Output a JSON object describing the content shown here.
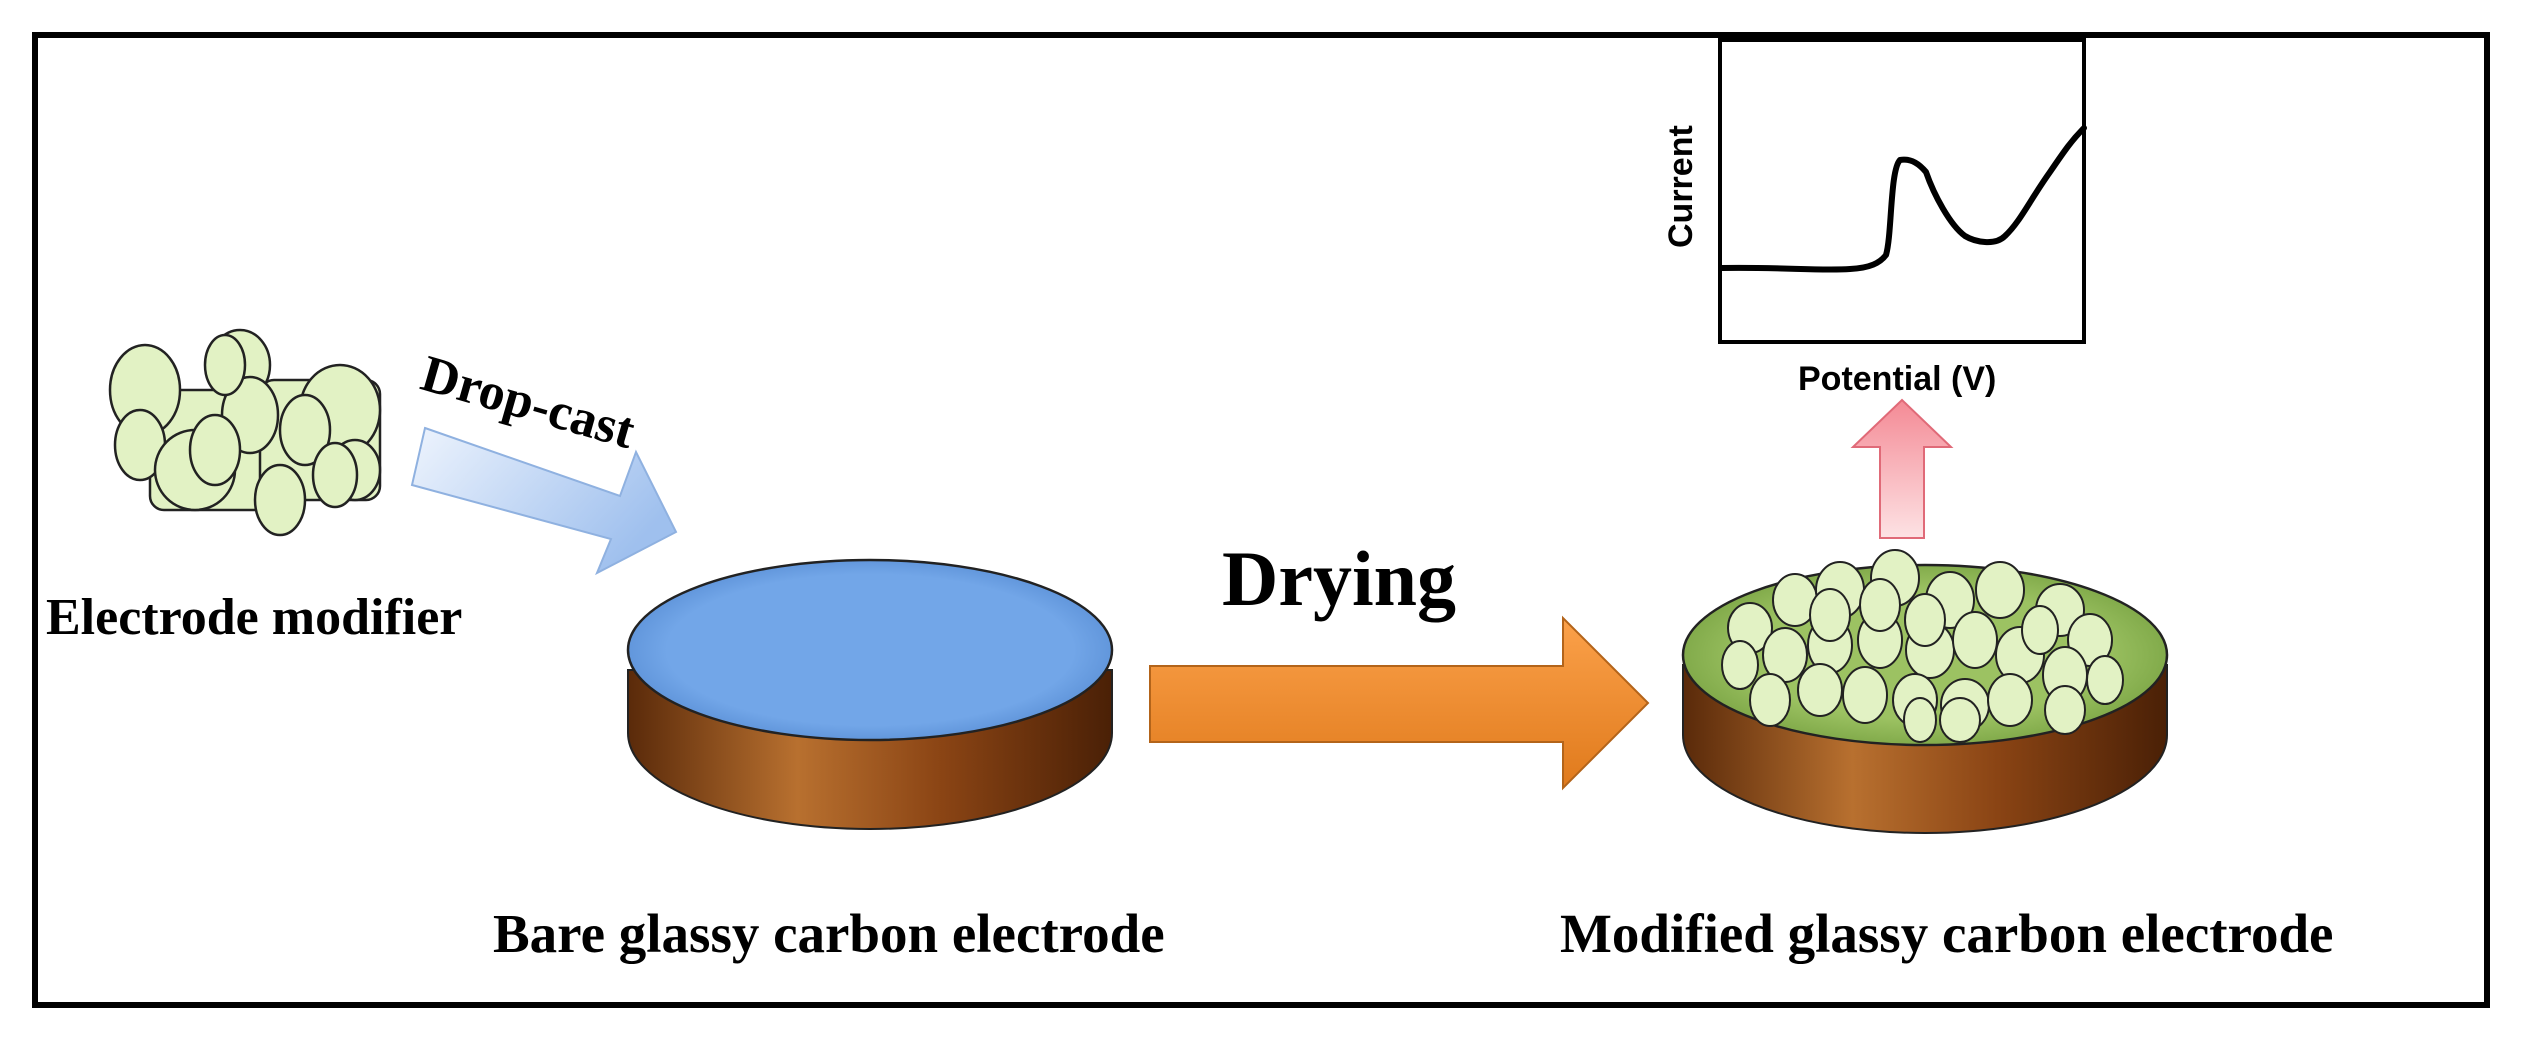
{
  "labels": {
    "electrode_modifier": "Electrode modifier",
    "drop_cast": "Drop-cast",
    "drying": "Drying",
    "bare_electrode": "Bare glassy carbon electrode",
    "modified_electrode": "Modified glassy carbon electrode"
  },
  "plot": {
    "ylabel": "Current",
    "xlabel": "Potential (V)"
  },
  "colors": {
    "frame": "#000000",
    "modifier_fill": "#e2f2c4",
    "electrode_top": "#6fa3e6",
    "electrode_side": "#a0521d",
    "film_green": "#8db453",
    "drop_arrow": "#c9dcf7",
    "drying_arrow": "#f79636",
    "signal_arrow": "#f6a6ad"
  }
}
